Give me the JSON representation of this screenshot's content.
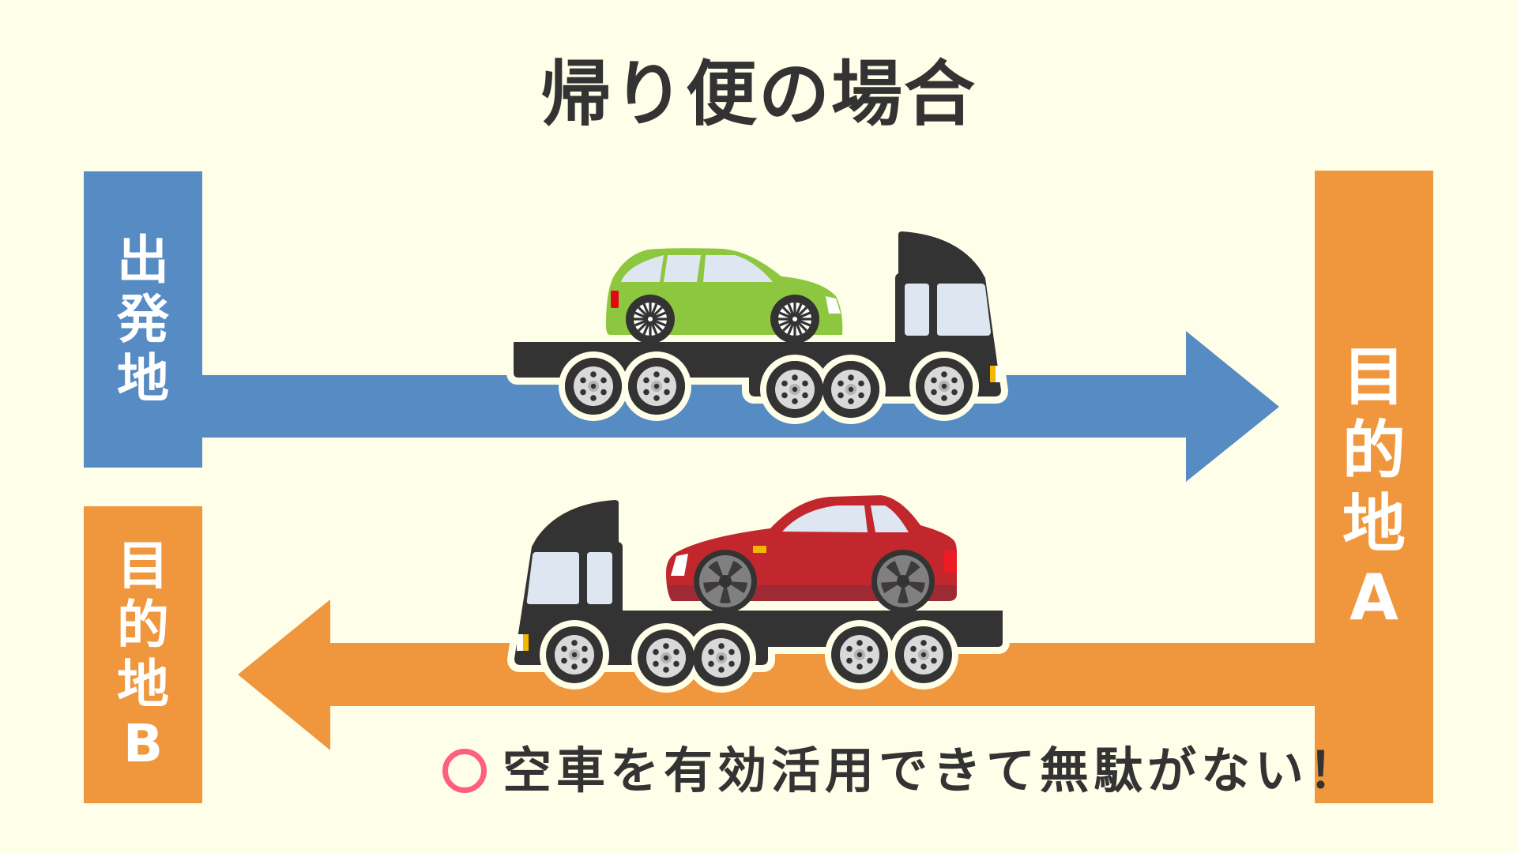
{
  "title": "帰り便の場合",
  "labels": {
    "start": [
      "出",
      "発",
      "地"
    ],
    "destination_a": [
      "目",
      "的",
      "地",
      "A"
    ],
    "destination_b": [
      "目",
      "的",
      "地",
      "B"
    ]
  },
  "caption": {
    "icon": "circle-ok-icon",
    "text": "空車を有効活用できて無駄がない！"
  },
  "colors": {
    "background": "#FFFEE8",
    "blue": "#568BC4",
    "orange": "#F0963C",
    "text": "#333333",
    "ok_mark": "#FF5F7E",
    "truck": "#333333",
    "green_car": "#8DC63F",
    "red_car": "#C1272D"
  },
  "arrows": [
    {
      "name": "outbound",
      "direction": "right",
      "from": "出発地",
      "to": "目的地A",
      "cargo": "green-car"
    },
    {
      "name": "return",
      "direction": "left",
      "from": "目的地A",
      "to": "目的地B",
      "cargo": "red-car"
    }
  ]
}
